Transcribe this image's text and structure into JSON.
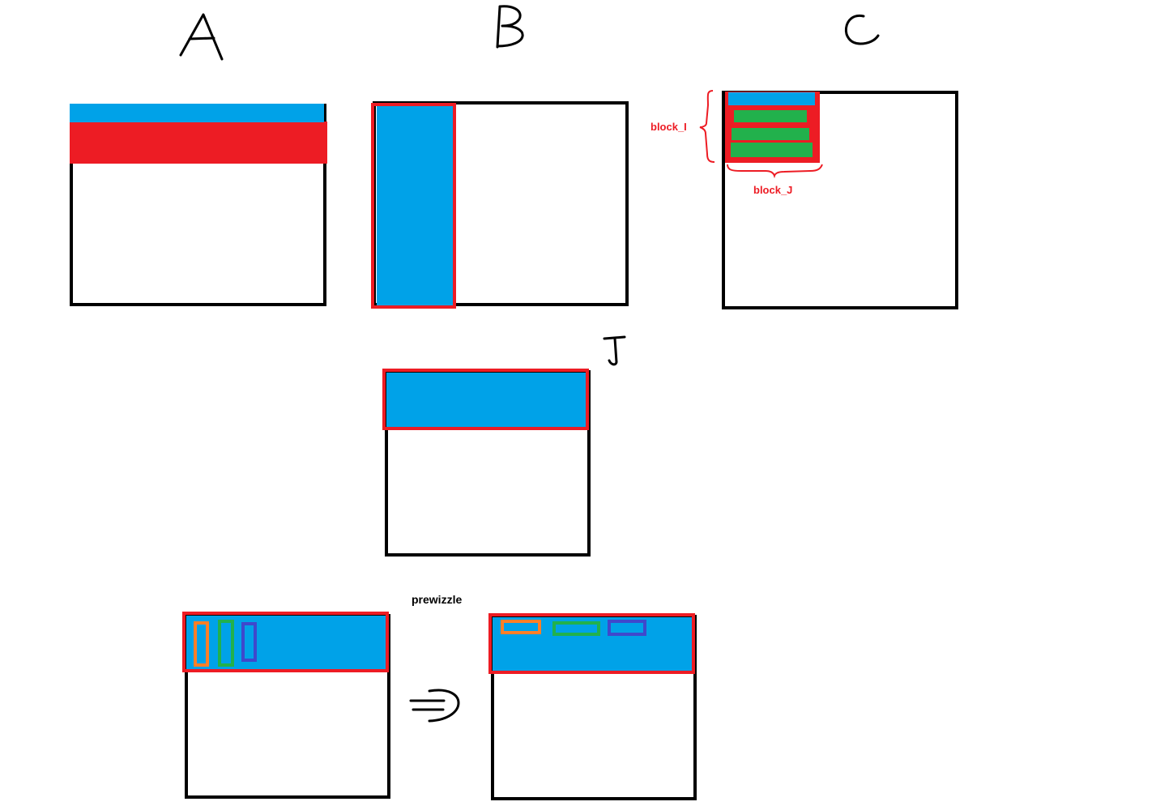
{
  "colors": {
    "outline": "#000000",
    "highlight": "#ed1c24",
    "blue": "#00a2e8",
    "green": "#22b14c",
    "orange": "#ff7f27",
    "darkgreen": "#22b14c",
    "purple": "#3f48cc"
  },
  "matrices": {
    "a_title": "A",
    "b_title": "B",
    "c_title": "C",
    "t_title": "T"
  },
  "annotations": {
    "block_i": "block_I",
    "block_j": "block_J",
    "prewizzle": "prewizzle"
  }
}
